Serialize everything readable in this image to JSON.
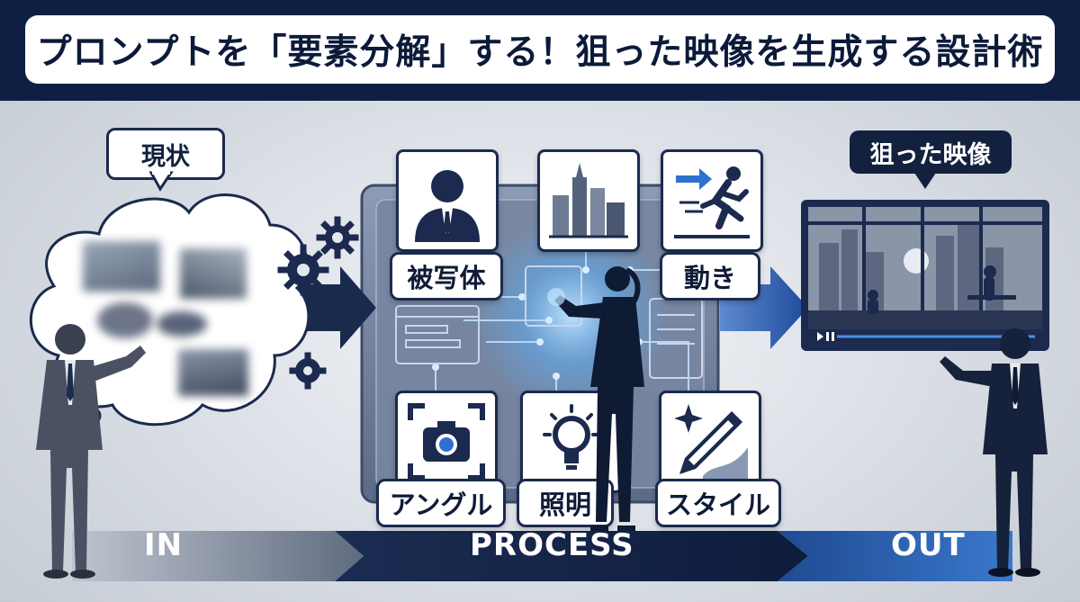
{
  "header": {
    "title": "プロンプトを「要素分解」する！狙った映像を生成する設計術"
  },
  "left": {
    "bubble_label": "現状"
  },
  "right": {
    "bubble_label": "狙った映像"
  },
  "elements": [
    {
      "label": "被写体",
      "icon": "person-icon"
    },
    {
      "label": "",
      "icon": "city-buildings-icon"
    },
    {
      "label": "動き",
      "icon": "running-person-icon"
    },
    {
      "label": "アングル",
      "icon": "camera-icon"
    },
    {
      "label": "照明",
      "icon": "light-bulb-icon"
    },
    {
      "label": "スタイル",
      "icon": "pen-sparkle-icon"
    }
  ],
  "stages": {
    "in": "IN",
    "process": "PROCESS",
    "out": "OUT"
  },
  "colors": {
    "navy": "#0f1f44",
    "accent_blue": "#2a63b8",
    "card_border": "#1b2a4e"
  }
}
